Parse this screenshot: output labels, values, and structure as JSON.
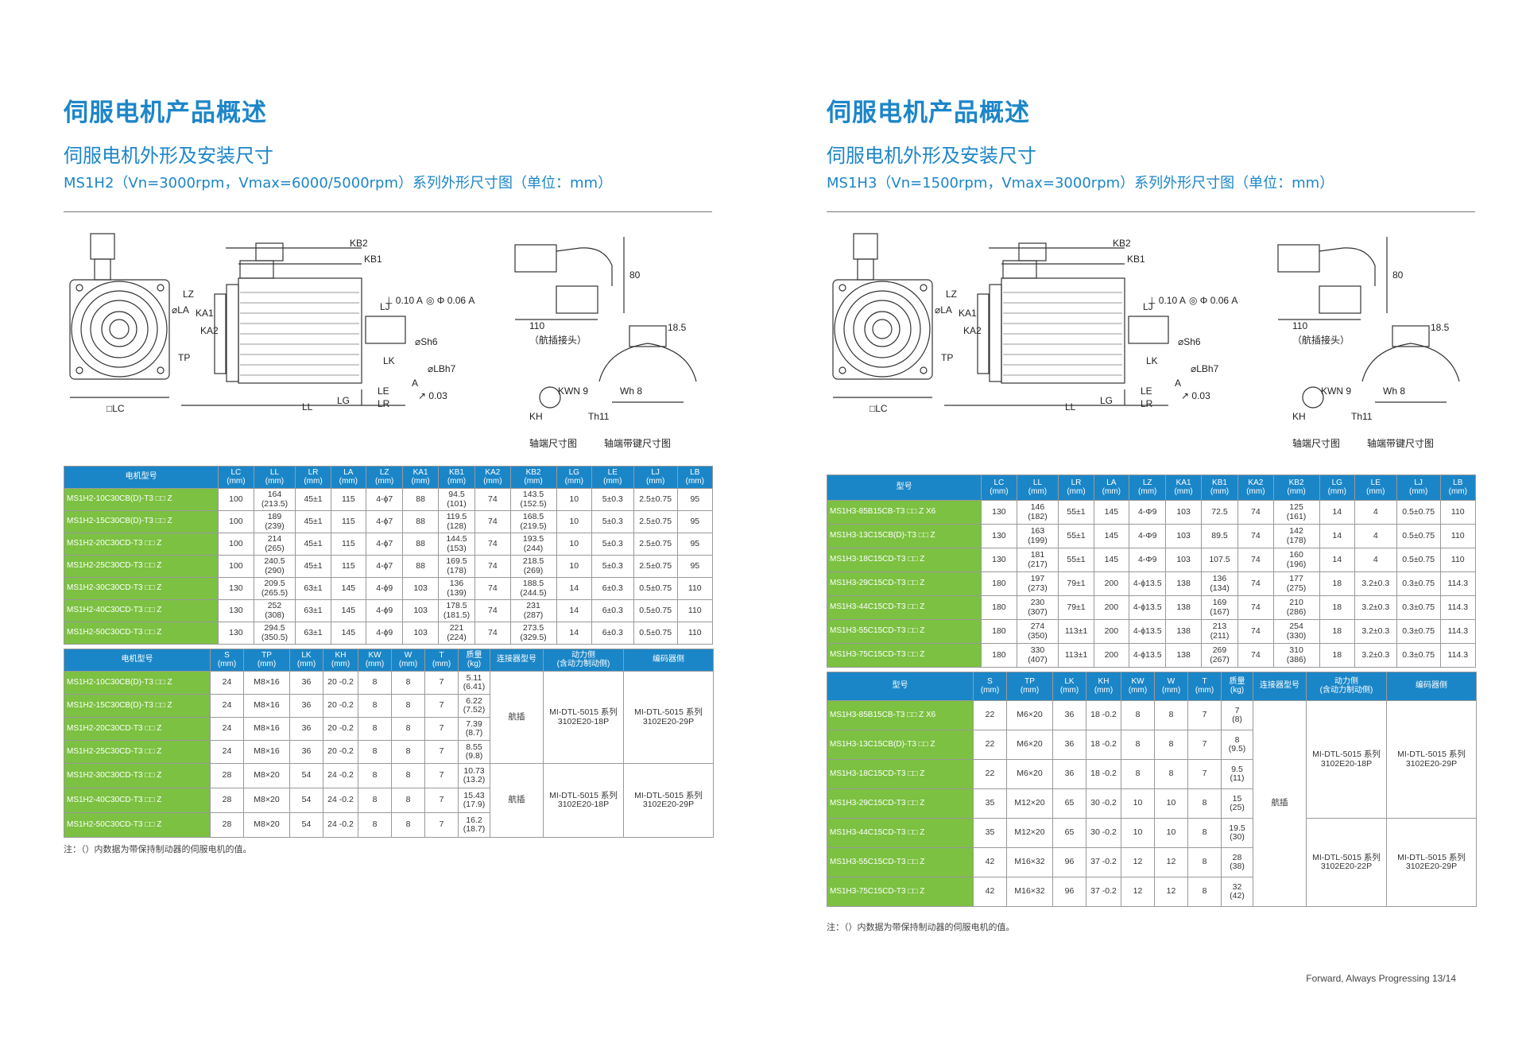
{
  "left": {
    "title": "伺服电机产品概述",
    "subtitle": "伺服电机外形及安装尺寸",
    "series_title": "MS1H2（Vn=3000rpm，Vmax=6000/5000rpm）系列外形尺寸图（单位：mm）",
    "drawing_labels": {
      "kb2": "KB2",
      "kb1": "KB1",
      "lz": "LZ",
      "la": "⌀LA",
      "ka1": "KA1",
      "ka2": "KA2",
      "tp": "TP",
      "lc": "□LC",
      "ll": "LL",
      "lg": "LG",
      "le": "LE",
      "lr": "LR",
      "lk": "LK",
      "lj": "LJ",
      "sh6": "⌀Sh6",
      "lbh7": "⌀LBh7",
      "tol1": "⊥ 0.10 A",
      "tol2": "◎ Φ 0.06 A",
      "datum_a": "A",
      "tol3": "↗ 0.03",
      "dim80": "80",
      "dim110": "110",
      "dim185": "18.5",
      "plug": "（航插接头）",
      "kwn9": "KWN 9",
      "wh8": "Wh 8",
      "kh": "KH",
      "th11": "Th11",
      "shaft": "轴端尺寸图",
      "shaft_key": "轴端带键尺寸图"
    },
    "table1": {
      "headers": [
        "电机型号",
        "LC\n(mm)",
        "LL\n(mm)",
        "LR\n(mm)",
        "LA\n(mm)",
        "LZ\n(mm)",
        "KA1\n(mm)",
        "KB1\n(mm)",
        "KA2\n(mm)",
        "KB2\n(mm)",
        "LG\n(mm)",
        "LE\n(mm)",
        "LJ\n(mm)",
        "LB\n(mm)"
      ],
      "rows": [
        [
          "MS1H2-10C30CB(D)-T3 □□ Z",
          "100",
          "164\n(213.5)",
          "45±1",
          "115",
          "4-ϕ7",
          "88",
          "94.5\n(101)",
          "74",
          "143.5\n(152.5)",
          "10",
          "5±0.3",
          "2.5±0.75",
          "95"
        ],
        [
          "MS1H2-15C30CB(D)-T3 □□ Z",
          "100",
          "189\n(239)",
          "45±1",
          "115",
          "4-ϕ7",
          "88",
          "119.5\n(128)",
          "74",
          "168.5\n(219.5)",
          "10",
          "5±0.3",
          "2.5±0.75",
          "95"
        ],
        [
          "MS1H2-20C30CD-T3 □□ Z",
          "100",
          "214\n(265)",
          "45±1",
          "115",
          "4-ϕ7",
          "88",
          "144.5\n(153)",
          "74",
          "193.5\n(244)",
          "10",
          "5±0.3",
          "2.5±0.75",
          "95"
        ],
        [
          "MS1H2-25C30CD-T3 □□ Z",
          "100",
          "240.5\n(290)",
          "45±1",
          "115",
          "4-ϕ7",
          "88",
          "169.5\n(178)",
          "74",
          "218.5\n(269)",
          "10",
          "5±0.3",
          "2.5±0.75",
          "95"
        ],
        [
          "MS1H2-30C30CD-T3 □□ Z",
          "130",
          "209.5\n(265.5)",
          "63±1",
          "145",
          "4-ϕ9",
          "103",
          "136\n(139)",
          "74",
          "188.5\n(244.5)",
          "14",
          "6±0.3",
          "0.5±0.75",
          "110"
        ],
        [
          "MS1H2-40C30CD-T3 □□ Z",
          "130",
          "252\n(308)",
          "63±1",
          "145",
          "4-ϕ9",
          "103",
          "178.5\n(181.5)",
          "74",
          "231\n(287)",
          "14",
          "6±0.3",
          "0.5±0.75",
          "110"
        ],
        [
          "MS1H2-50C30CD-T3 □□ Z",
          "130",
          "294.5\n(350.5)",
          "63±1",
          "145",
          "4-ϕ9",
          "103",
          "221\n(224)",
          "74",
          "273.5\n(329.5)",
          "14",
          "6±0.3",
          "0.5±0.75",
          "110"
        ]
      ]
    },
    "table2": {
      "headers": [
        "电机型号",
        "S\n(mm)",
        "TP\n(mm)",
        "LK\n(mm)",
        "KH\n(mm)",
        "KW\n(mm)",
        "W\n(mm)",
        "T\n(mm)",
        "质量\n(kg)",
        "连接器型号",
        "动力侧\n(含动力制动侧)",
        "编码器侧"
      ],
      "rows": [
        [
          "MS1H2-10C30CB(D)-T3 □□ Z",
          "24",
          "M8×16",
          "36",
          "20 -0.2",
          "8",
          "8",
          "7",
          "5.11\n(6.41)"
        ],
        [
          "MS1H2-15C30CB(D)-T3 □□ Z",
          "24",
          "M8×16",
          "36",
          "20 -0.2",
          "8",
          "8",
          "7",
          "6.22\n(7.52)"
        ],
        [
          "MS1H2-20C30CD-T3 □□ Z",
          "24",
          "M8×16",
          "36",
          "20 -0.2",
          "8",
          "8",
          "7",
          "7.39\n(8.7)"
        ],
        [
          "MS1H2-25C30CD-T3 □□ Z",
          "24",
          "M8×16",
          "36",
          "20 -0.2",
          "8",
          "8",
          "7",
          "8.55\n(9.8)"
        ],
        [
          "MS1H2-30C30CD-T3 □□ Z",
          "28",
          "M8×20",
          "54",
          "24 -0.2",
          "8",
          "8",
          "7",
          "10.73\n(13.2)"
        ],
        [
          "MS1H2-40C30CD-T3 □□ Z",
          "28",
          "M8×20",
          "54",
          "24 -0.2",
          "8",
          "8",
          "7",
          "15.43\n(17.9)"
        ],
        [
          "MS1H2-50C30CD-T3 □□ Z",
          "28",
          "M8×20",
          "54",
          "24 -0.2",
          "8",
          "8",
          "7",
          "16.2\n(18.7)"
        ]
      ],
      "groups": [
        {
          "conn": "航插",
          "power": "MI-DTL-5015 系列 3102E20-18P",
          "enc": "MI-DTL-5015 系列 3102E20-29P"
        },
        {
          "conn": "航插",
          "power": "MI-DTL-5015 系列 3102E20-18P",
          "enc": "MI-DTL-5015 系列 3102E20-29P"
        }
      ]
    },
    "note": "注：（）内数据为带保持制动器的伺服电机的值。"
  },
  "right": {
    "title": "伺服电机产品概述",
    "subtitle": "伺服电机外形及安装尺寸",
    "series_title": "MS1H3（Vn=1500rpm，Vmax=3000rpm）系列外形尺寸图（单位：mm）",
    "drawing_labels": {
      "kb2": "KB2",
      "kb1": "KB1",
      "lz": "LZ",
      "la": "⌀LA",
      "ka1": "KA1",
      "ka2": "KA2",
      "tp": "TP",
      "lc": "□LC",
      "ll": "LL",
      "lg": "LG",
      "le": "LE",
      "lr": "LR",
      "lk": "LK",
      "lj": "LJ",
      "sh6": "⌀Sh6",
      "lbh7": "⌀LBh7",
      "tol1": "⊥ 0.10 A",
      "tol2": "◎ Φ 0.06 A",
      "datum_a": "A",
      "tol3": "↗ 0.03",
      "dim80": "80",
      "dim110": "110",
      "dim185": "18.5",
      "plug": "（航插接头）",
      "kwn9": "KWN 9",
      "wh8": "Wh 8",
      "kh": "KH",
      "th11": "Th11",
      "shaft": "轴端尺寸图",
      "shaft_key": "轴端带键尺寸图"
    },
    "table1": {
      "headers": [
        "型号",
        "LC\n(mm)",
        "LL\n(mm)",
        "LR\n(mm)",
        "LA\n(mm)",
        "LZ\n(mm)",
        "KA1\n(mm)",
        "KB1\n(mm)",
        "KA2\n(mm)",
        "KB2\n(mm)",
        "LG\n(mm)",
        "LE\n(mm)",
        "LJ\n(mm)",
        "LB\n(mm)"
      ],
      "rows": [
        [
          "MS1H3-85B15CB-T3 □□ Z X6",
          "130",
          "146\n(182)",
          "55±1",
          "145",
          "4-Φ9",
          "103",
          "72.5",
          "74",
          "125\n(161)",
          "14",
          "4",
          "0.5±0.75",
          "110"
        ],
        [
          "MS1H3-13C15CB(D)-T3 □□ Z",
          "130",
          "163\n(199)",
          "55±1",
          "145",
          "4-Φ9",
          "103",
          "89.5",
          "74",
          "142\n(178)",
          "14",
          "4",
          "0.5±0.75",
          "110"
        ],
        [
          "MS1H3-18C15CD-T3 □□ Z",
          "130",
          "181\n(217)",
          "55±1",
          "145",
          "4-Φ9",
          "103",
          "107.5",
          "74",
          "160\n(196)",
          "14",
          "4",
          "0.5±0.75",
          "110"
        ],
        [
          "MS1H3-29C15CD-T3 □□ Z",
          "180",
          "197\n(273)",
          "79±1",
          "200",
          "4-ϕ13.5",
          "138",
          "136\n(134)",
          "74",
          "177\n(275)",
          "18",
          "3.2±0.3",
          "0.3±0.75",
          "114.3"
        ],
        [
          "MS1H3-44C15CD-T3 □□ Z",
          "180",
          "230\n(307)",
          "79±1",
          "200",
          "4-ϕ13.5",
          "138",
          "169\n(167)",
          "74",
          "210\n(286)",
          "18",
          "3.2±0.3",
          "0.3±0.75",
          "114.3"
        ],
        [
          "MS1H3-55C15CD-T3 □□ Z",
          "180",
          "274\n(350)",
          "113±1",
          "200",
          "4-ϕ13.5",
          "138",
          "213\n(211)",
          "74",
          "254\n(330)",
          "18",
          "3.2±0.3",
          "0.3±0.75",
          "114.3"
        ],
        [
          "MS1H3-75C15CD-T3 □□ Z",
          "180",
          "330\n(407)",
          "113±1",
          "200",
          "4-ϕ13.5",
          "138",
          "269\n(267)",
          "74",
          "310\n(386)",
          "18",
          "3.2±0.3",
          "0.3±0.75",
          "114.3"
        ]
      ]
    },
    "table2": {
      "headers": [
        "型号",
        "S\n(mm)",
        "TP\n(mm)",
        "LK\n(mm)",
        "KH\n(mm)",
        "KW\n(mm)",
        "W\n(mm)",
        "T\n(mm)",
        "质量\n(kg)",
        "连接器型号",
        "动力侧\n(含动力制动侧)",
        "编码器侧"
      ],
      "rows": [
        [
          "MS1H3-85B15CB-T3 □□ Z X6",
          "22",
          "M6×20",
          "36",
          "18 -0.2",
          "8",
          "8",
          "7",
          "7\n(8)"
        ],
        [
          "MS1H3-13C15CB(D)-T3 □□ Z",
          "22",
          "M6×20",
          "36",
          "18 -0.2",
          "8",
          "8",
          "7",
          "8\n(9.5)"
        ],
        [
          "MS1H3-18C15CD-T3 □□ Z",
          "22",
          "M6×20",
          "36",
          "18 -0.2",
          "8",
          "8",
          "7",
          "9.5\n(11)"
        ],
        [
          "MS1H3-29C15CD-T3 □□ Z",
          "35",
          "M12×20",
          "65",
          "30 -0.2",
          "10",
          "10",
          "8",
          "15\n(25)"
        ],
        [
          "MS1H3-44C15CD-T3 □□ Z",
          "35",
          "M12×20",
          "65",
          "30 -0.2",
          "10",
          "10",
          "8",
          "19.5\n(30)"
        ],
        [
          "MS1H3-55C15CD-T3 □□ Z",
          "42",
          "M16×32",
          "96",
          "37 -0.2",
          "12",
          "12",
          "8",
          "28\n(38)"
        ],
        [
          "MS1H3-75C15CD-T3 □□ Z",
          "42",
          "M16×32",
          "96",
          "37 -0.2",
          "12",
          "12",
          "8",
          "32\n(42)"
        ]
      ],
      "conn": "航插",
      "groups": [
        {
          "power": "MI-DTL-5015 系列 3102E20-18P",
          "enc": "MI-DTL-5015 系列 3102E20-29P"
        },
        {
          "power": "MI-DTL-5015 系列 3102E20-22P",
          "enc": "MI-DTL-5015 系列 3102E20-29P"
        }
      ]
    },
    "note": "注：（）内数据为带保持制动器的伺服电机的值。"
  },
  "footer": "Forward, Always Progressing 13/14"
}
